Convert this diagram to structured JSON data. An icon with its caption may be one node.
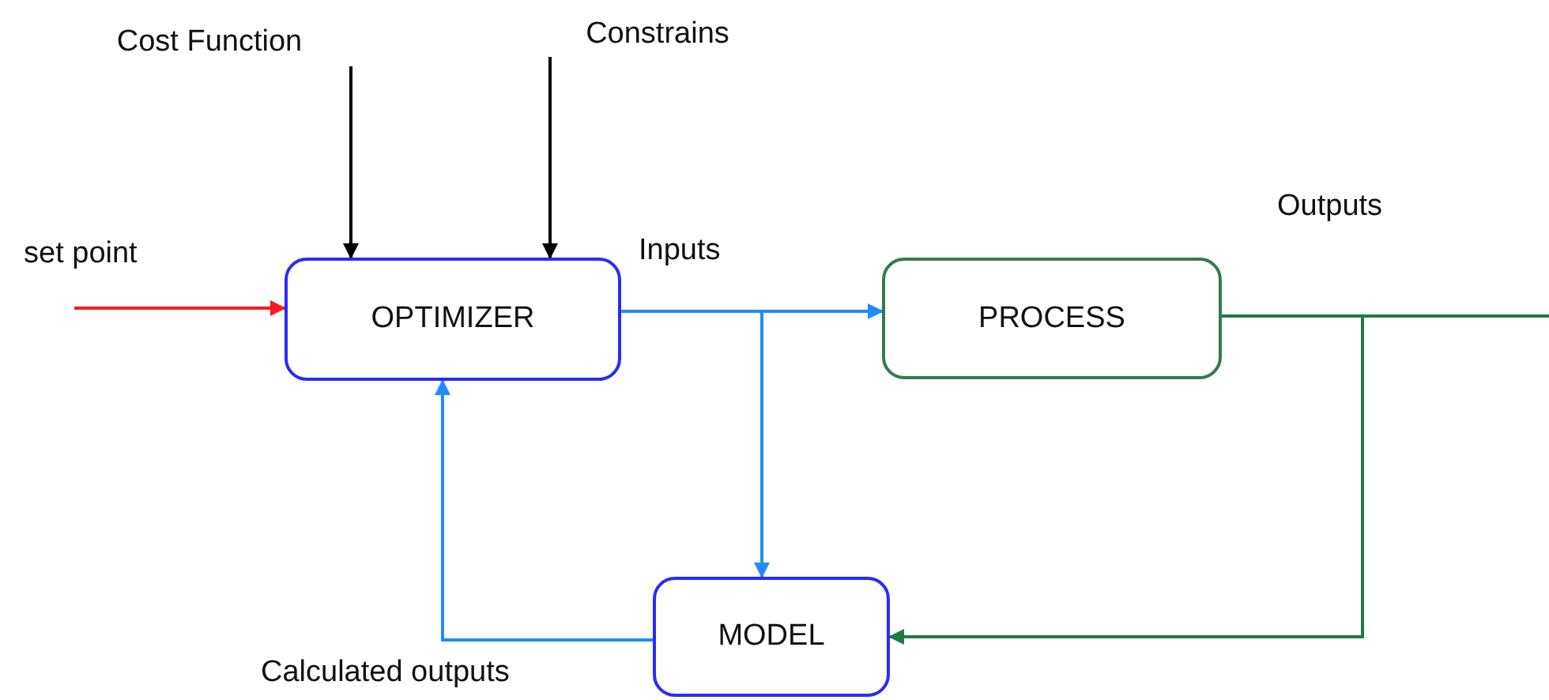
{
  "diagram": {
    "nodes": [
      {
        "text": [
          "OPTIMIZER"
        ]
      },
      {
        "text": [
          "PROCESS"
        ]
      },
      {
        "text": [
          "MODEL"
        ]
      },
      {
        "text": [
          "Cost Function"
        ]
      },
      {
        "text": [
          "Constrains"
        ]
      }
    ],
    "edges": [
      {
        "from": 3,
        "to": 0,
        "arrow": "to",
        "color": "#000000"
      },
      {
        "from": 4,
        "to": 0,
        "arrow": "to",
        "color": "#000000"
      },
      {
        "from": null,
        "to": 0,
        "arrow": "to",
        "color": "#ff1a1a"
      },
      {
        "from": 0,
        "to": 1,
        "arrow": "to",
        "color": "#1e8cff"
      },
      {
        "from": 0,
        "to": 2,
        "arrow": "to",
        "color": "#1e8cff"
      },
      {
        "from": 2,
        "to": 0,
        "arrow": "to",
        "color": "#1e8cff"
      },
      {
        "from": 1,
        "to": null,
        "arrow": "none",
        "color": "#1f7a45"
      },
      {
        "from": 1,
        "to": 2,
        "arrow": "to",
        "color": "#1f7a45"
      }
    ],
    "labels": [
      "set point",
      "Inputs",
      "Outputs",
      "Calculated outputs"
    ]
  }
}
